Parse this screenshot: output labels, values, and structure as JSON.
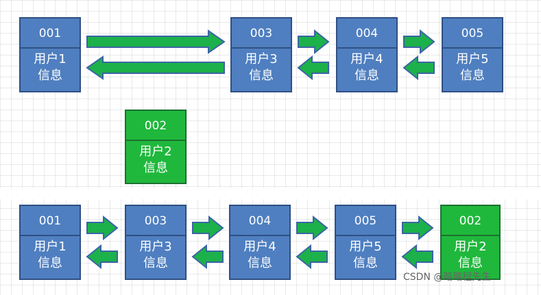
{
  "nodes": {
    "top_001": {
      "id": "001",
      "line1": "用户1",
      "line2": "信息"
    },
    "top_003": {
      "id": "003",
      "line1": "用户3",
      "line2": "信息"
    },
    "top_004": {
      "id": "004",
      "line1": "用户4",
      "line2": "信息"
    },
    "top_005": {
      "id": "005",
      "line1": "用户5",
      "line2": "信息"
    },
    "mid_002": {
      "id": "002",
      "line1": "用户2",
      "line2": "信息"
    },
    "bot_001": {
      "id": "001",
      "line1": "用户1",
      "line2": "信息"
    },
    "bot_003": {
      "id": "003",
      "line1": "用户3",
      "line2": "信息"
    },
    "bot_004": {
      "id": "004",
      "line1": "用户4",
      "line2": "信息"
    },
    "bot_005": {
      "id": "005",
      "line1": "用户5",
      "line2": "信息"
    },
    "bot_002": {
      "id": "002",
      "line1": "用户2",
      "line2": "信息"
    }
  },
  "colors": {
    "blue_node": "#4f7fc0",
    "green_node": "#1fb83c",
    "arrow_fill": "#1cb14a",
    "arrow_stroke": "#3b64a4"
  },
  "watermark": "CSDN @略略程先生"
}
